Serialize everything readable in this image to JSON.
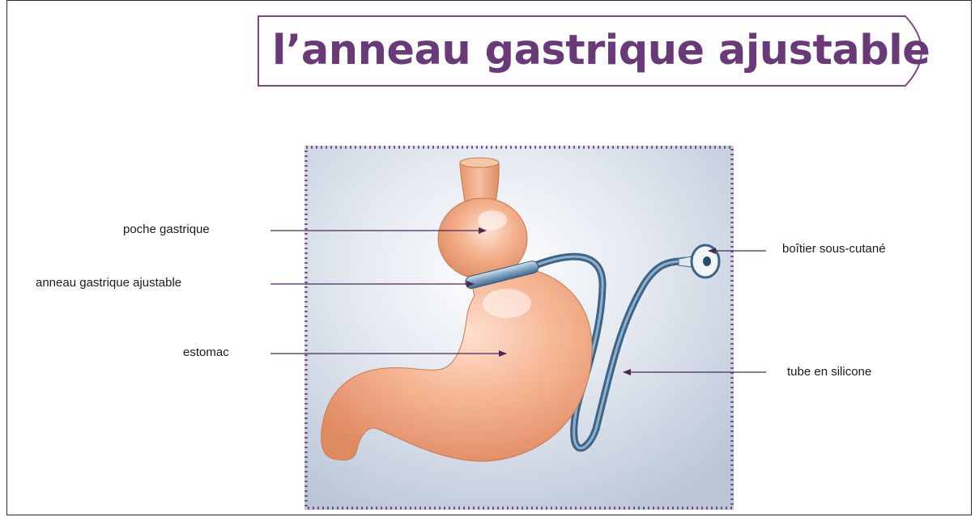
{
  "title": "l’anneau gastrique ajustable",
  "labels": {
    "poche": "poche gastrique",
    "anneau": "anneau gastrique ajustable",
    "estomac": "estomac",
    "boitier": "boîtier sous-cutané",
    "tube": "tube en silicone"
  },
  "colors": {
    "title": "#6a3a78",
    "banner_border": "#7a4a88",
    "dotted_border": "#7a4a7e",
    "arrow": "#4a2a5a",
    "stomach": "#f0a783",
    "tube": "#5e86a8"
  }
}
